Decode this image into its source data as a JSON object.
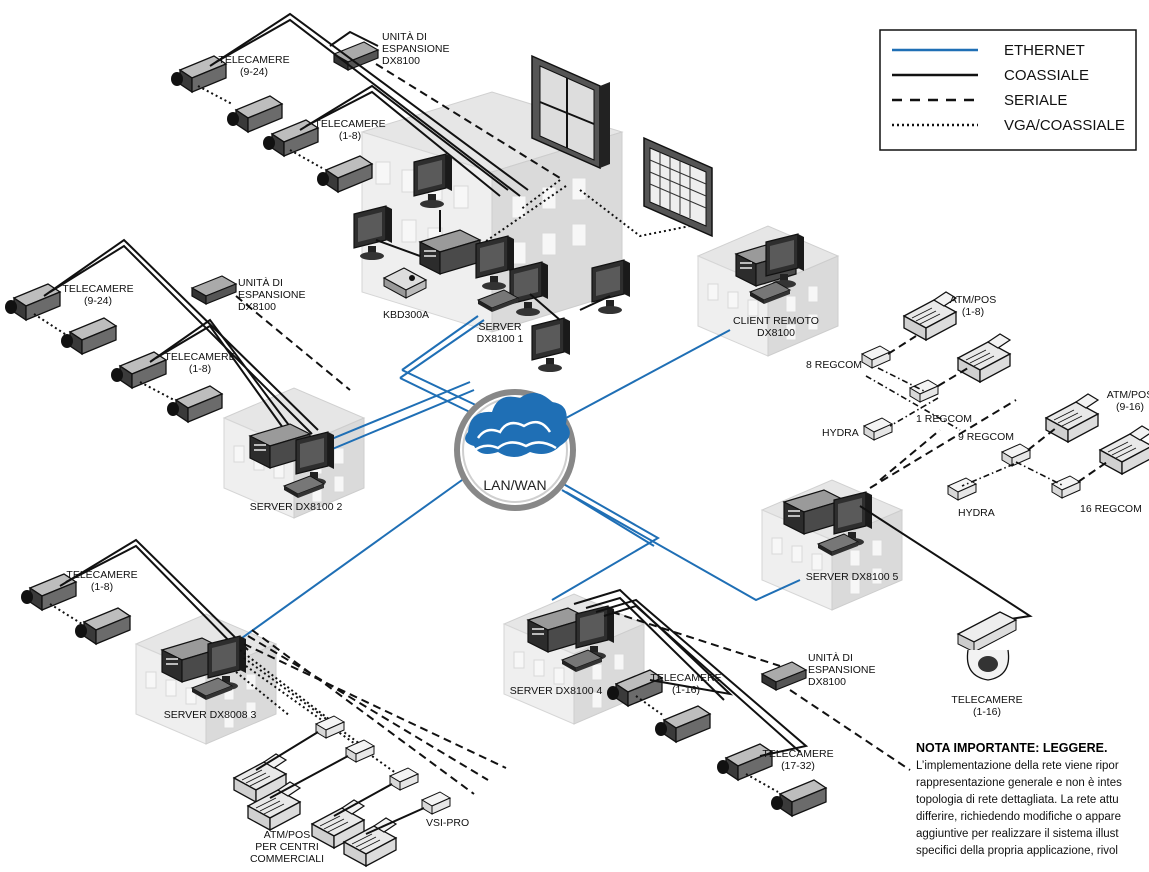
{
  "legend": {
    "items": [
      {
        "style": "ethernet",
        "label": "ETHERNET",
        "color": "#1f6fb5"
      },
      {
        "style": "coax",
        "label": "COASSIALE",
        "color": "#111111"
      },
      {
        "style": "serial",
        "label": "SERIALE",
        "color": "#111111"
      },
      {
        "style": "vga",
        "label": "VGA/COASSIALE",
        "color": "#111111"
      }
    ]
  },
  "hub": {
    "label": "LAN/WAN",
    "color": "#1f6fb5"
  },
  "labels": {
    "site1_cam_9_24_a": "TELECAMERE",
    "site1_cam_9_24_b": "(9-24)",
    "site1_exp_a": "UNITÀ DI",
    "site1_exp_b": "ESPANSIONE",
    "site1_exp_c": "DX8100",
    "site1_cam_1_8_a": "TELECAMERE",
    "site1_cam_1_8_b": "(1-8)",
    "kbd": "KBD300A",
    "server1_a": "SERVER",
    "server1_b": "DX8100 1",
    "remote_a": "CLIENT REMOTO",
    "remote_b": "DX8100",
    "site2_cam_9_24_a": "TELECAMERE",
    "site2_cam_9_24_b": "(9-24)",
    "site2_exp_a": "UNITÀ DI",
    "site2_exp_b": "ESPANSIONE",
    "site2_exp_c": "DX8100",
    "site2_cam_1_8_a": "TELECAMERE",
    "site2_cam_1_8_b": "(1-8)",
    "server2": "SERVER DX8100 2",
    "atm1_a": "ATM/POS",
    "atm1_b": "(1-8)",
    "regcom8": "8 REGCOM",
    "regcom1": "1 REGCOM",
    "hydra1": "HYDRA",
    "regcom9": "9 REGCOM",
    "atm2_a": "ATM/POS",
    "atm2_b": "(9-16)",
    "hydra2": "HYDRA",
    "regcom16": "16 REGCOM",
    "server5": "SERVER DX8100 5",
    "site3_cam_a": "TELECAMERE",
    "site3_cam_b": "(1-8)",
    "server3": "SERVER DX8008 3",
    "atm3_a": "ATM/POS",
    "atm3_b": "PER CENTRI",
    "atm3_c": "COMMERCIALI",
    "vsipro": "VSI-PRO",
    "server4": "SERVER DX8100 4",
    "site4_cam_1_16_a": "TELECAMERE",
    "site4_cam_1_16_b": "(1-16)",
    "site4_exp_a": "UNITÀ DI",
    "site4_exp_b": "ESPANSIONE",
    "site4_exp_c": "DX8100",
    "site4_cam_17_32_a": "TELECAMERE",
    "site4_cam_17_32_b": "(17-32)",
    "ptz_a": "TELECAMERE",
    "ptz_b": "(1-16)"
  },
  "note": {
    "title": "NOTA IMPORTANTE: LEGGERE.",
    "lines": [
      "L’implementazione della rete viene ripor",
      "rappresentazione generale e non è intes",
      "topologia di rete dettagliata. La rete attu",
      "differire, richiedendo modifiche o appare",
      "aggiuntive per realizzare il sistema illust",
      "specifici della propria applicazione, rivol"
    ]
  }
}
